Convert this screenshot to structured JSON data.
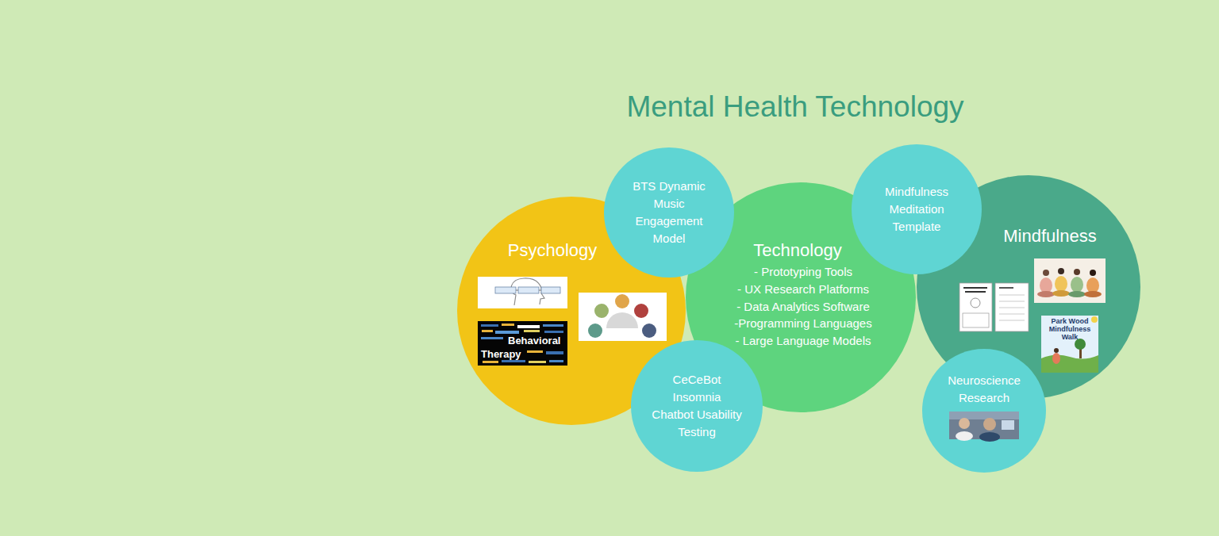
{
  "diagram": {
    "title": "Mental Health Technology",
    "nodes": [
      {
        "text": [
          "Psychology"
        ]
      },
      {
        "text": [
          "BTS Dynamic Music Engagement Model"
        ]
      },
      {
        "text": [
          "Technology",
          "- Prototyping Tools",
          "- UX Research Platforms",
          "- Data Analytics Software",
          "-Programming Languages",
          "- Large Language Models"
        ]
      },
      {
        "text": [
          "CeCeBot Insomnia Chatbot Usability Testing"
        ]
      },
      {
        "text": [
          "Mindfulness Meditation Template"
        ]
      },
      {
        "text": [
          "Mindfulness"
        ]
      },
      {
        "text": [
          "Neuroscience Research"
        ]
      }
    ],
    "labels": [
      "Behavioral",
      "Therapy",
      "Park Wood Mindfulness Walk"
    ]
  }
}
